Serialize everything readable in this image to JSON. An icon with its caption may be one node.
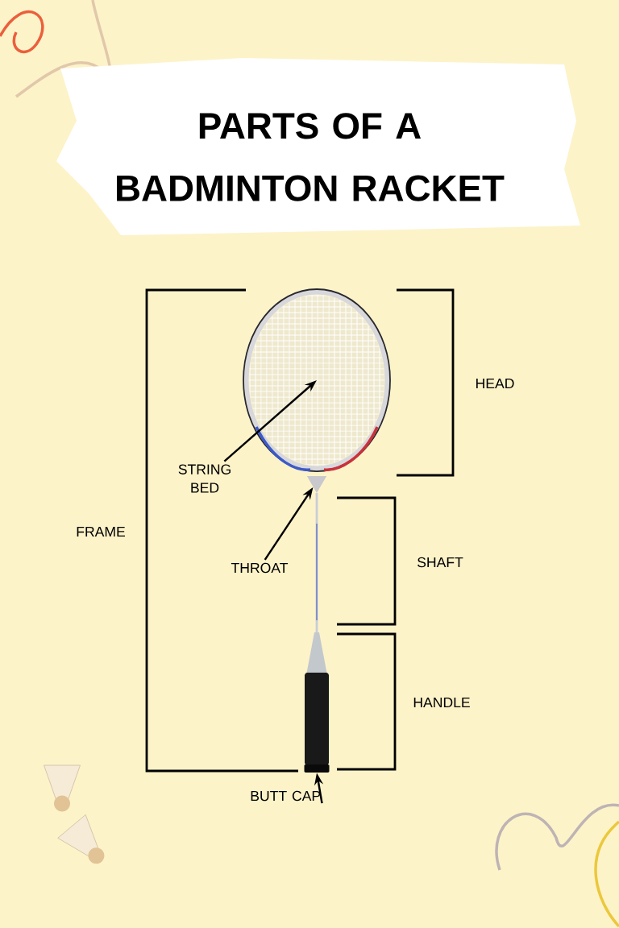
{
  "diagram": {
    "title": "PARTS OF A BADMINTON RACKET",
    "nodes": [
      {
        "text": [
          "STRING BED"
        ]
      },
      {
        "text": [
          "THROAT"
        ]
      },
      {
        "text": [
          "BUTT CAP"
        ]
      },
      {
        "text": [],
        "shape": "picture"
      },
      {
        "text": [],
        "shape": "triangle"
      },
      {
        "text": [],
        "shape": "box"
      }
    ],
    "edges": [
      {
        "from": 0,
        "to": 3,
        "arrow": "to"
      },
      {
        "from": 1,
        "to": 4,
        "arrow": "to"
      },
      {
        "from": 2,
        "to": 5,
        "arrow": "to"
      }
    ],
    "labels": [
      "HEAD",
      "FRAME",
      "SHAFT",
      "HANDLE"
    ]
  }
}
